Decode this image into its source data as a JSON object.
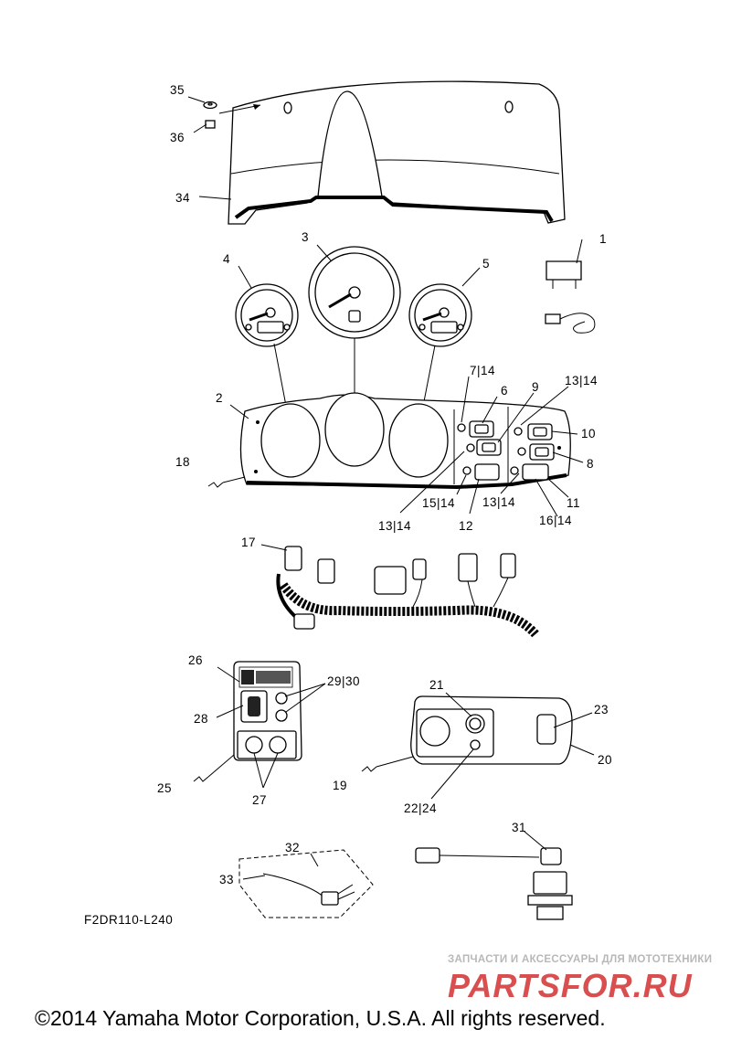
{
  "diagram_code": "F2DR110-L240",
  "copyright": "©2014 Yamaha Motor Corporation, U.S.A. All rights reserved.",
  "watermark": {
    "tagline": "ЗАПЧАСТИ И АКСЕССУАРЫ ДЛЯ МОТОТЕХНИКИ",
    "brand": "PARTSFOR.RU",
    "brand_color": "#d94f4f"
  },
  "callouts": {
    "c1": "1",
    "c2": "2",
    "c3": "3",
    "c4": "4",
    "c5": "5",
    "c6": "6",
    "c7_14": "7|14",
    "c8": "8",
    "c9": "9",
    "c10": "10",
    "c11": "11",
    "c12": "12",
    "c13_14_a": "13|14",
    "c13_14_b": "13|14",
    "c13_14_c": "13|14",
    "c15_14": "15|14",
    "c16_14": "16|14",
    "c17": "17",
    "c18": "18",
    "c19": "19",
    "c20": "20",
    "c21": "21",
    "c22_24": "22|24",
    "c23": "23",
    "c25": "25",
    "c26": "26",
    "c27": "27",
    "c28": "28",
    "c29_30": "29|30",
    "c31": "31",
    "c32": "32",
    "c33": "33",
    "c34": "34",
    "c35": "35",
    "c36": "36"
  }
}
